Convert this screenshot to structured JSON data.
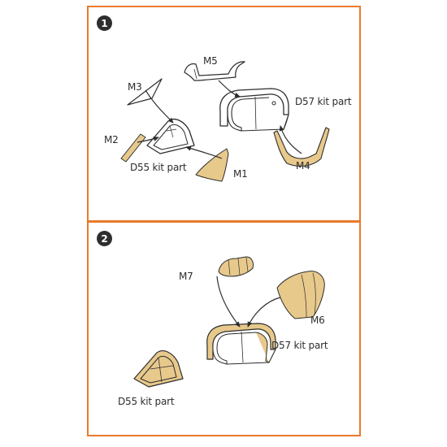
{
  "accent_color": "#e97a2c",
  "mask_color": "#e8c98c",
  "steps": [
    {
      "number": "1",
      "labels": {
        "m5": "M5",
        "m3": "M3",
        "m2": "M2",
        "m1": "M1",
        "m4": "M4",
        "d57": "D57 kit part",
        "d55": "D55 kit part"
      }
    },
    {
      "number": "2",
      "labels": {
        "m7": "M7",
        "m6": "M6",
        "d57": "D57 kit part",
        "d55": "D55 kit part"
      }
    }
  ]
}
